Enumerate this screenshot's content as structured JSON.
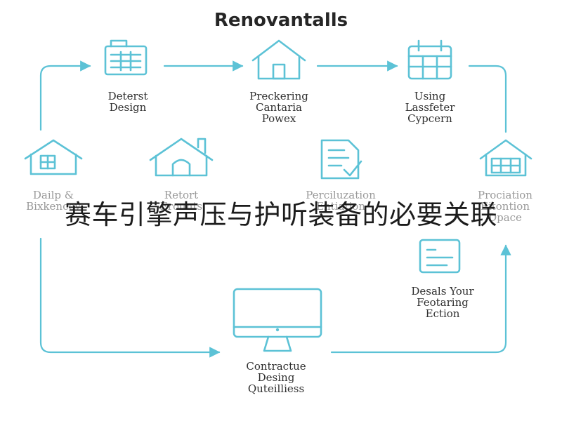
{
  "title": "Renovantalls",
  "overlay_caption": "赛车引擎声压与护听装备的必要关联",
  "colors": {
    "accent": "#5cc2d6",
    "text": "#2f2f2f",
    "faded_text": "#9a9a9a"
  },
  "nodes": [
    {
      "id": "n1",
      "icon": "document-grid-icon",
      "lines": [
        "Deterst",
        "Design"
      ]
    },
    {
      "id": "n2",
      "icon": "house-icon",
      "lines": [
        "Preckering",
        "Cantaria",
        "Powex"
      ]
    },
    {
      "id": "n3",
      "icon": "calendar-icon",
      "lines": [
        "Using",
        "Lassfeter",
        "Cypcern"
      ]
    },
    {
      "id": "n4",
      "icon": "house-window-icon",
      "lines": [
        "Dailp &",
        "Bixkencev"
      ]
    },
    {
      "id": "n5",
      "icon": "house-door-icon",
      "lines": [
        "Retort",
        "Erounts"
      ]
    },
    {
      "id": "n6",
      "icon": "checklist-icon",
      "lines": [
        "Perciluzation",
        "Entiation"
      ]
    },
    {
      "id": "n7",
      "icon": "house-grid-icon",
      "lines": [
        "Prociation",
        "Eitontion",
        "Dpace"
      ]
    },
    {
      "id": "n8",
      "icon": "form-icon",
      "lines": [
        "Desals Your",
        "Feotaring",
        "Ection"
      ]
    },
    {
      "id": "n9",
      "icon": "monitor-icon",
      "lines": [
        "Contractue",
        "Desing",
        "Quteilliess"
      ]
    }
  ]
}
